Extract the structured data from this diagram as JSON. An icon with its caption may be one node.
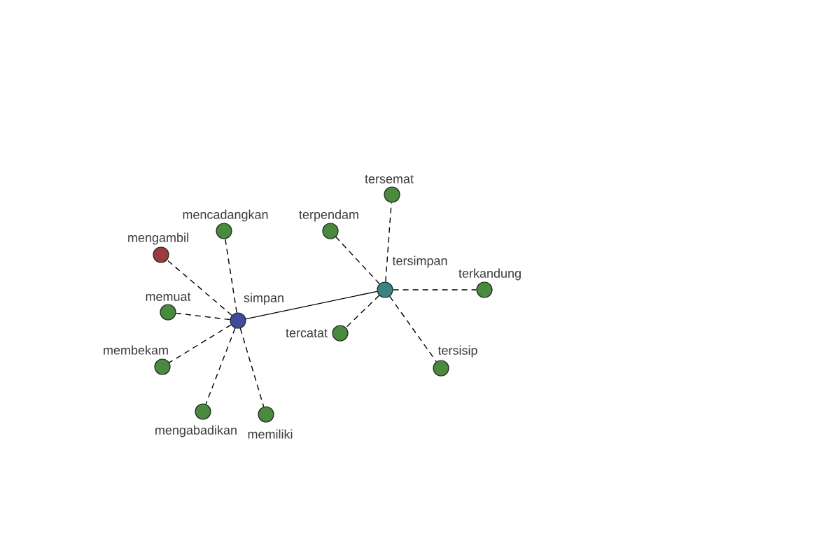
{
  "diagram": {
    "nodes": [
      {
        "text": [
          "simpan"
        ]
      },
      {
        "text": [
          "mengambil"
        ]
      },
      {
        "text": [
          "mencadangkan"
        ]
      },
      {
        "text": [
          "memuat"
        ]
      },
      {
        "text": [
          "membekam"
        ]
      },
      {
        "text": [
          "mengabadikan"
        ]
      },
      {
        "text": [
          "memiliki"
        ]
      },
      {
        "text": [
          "tersimpan"
        ]
      },
      {
        "text": [
          "tersemat"
        ]
      },
      {
        "text": [
          "terpendam"
        ]
      },
      {
        "text": [
          "terkandung"
        ]
      },
      {
        "text": [
          "tercatat"
        ]
      },
      {
        "text": [
          "tersisip"
        ]
      }
    ],
    "edges": [
      {
        "from": 0,
        "to": 7,
        "arrow": "none"
      },
      {
        "from": 0,
        "to": 1,
        "arrow": "none",
        "style": "dashed"
      },
      {
        "from": 0,
        "to": 2,
        "arrow": "none",
        "style": "dashed"
      },
      {
        "from": 0,
        "to": 3,
        "arrow": "none",
        "style": "dashed"
      },
      {
        "from": 0,
        "to": 4,
        "arrow": "none",
        "style": "dashed"
      },
      {
        "from": 0,
        "to": 5,
        "arrow": "none",
        "style": "dashed"
      },
      {
        "from": 0,
        "to": 6,
        "arrow": "none",
        "style": "dashed"
      },
      {
        "from": 7,
        "to": 8,
        "arrow": "none",
        "style": "dashed"
      },
      {
        "from": 7,
        "to": 9,
        "arrow": "none",
        "style": "dashed"
      },
      {
        "from": 7,
        "to": 10,
        "arrow": "none",
        "style": "dashed"
      },
      {
        "from": 7,
        "to": 11,
        "arrow": "none",
        "style": "dashed"
      },
      {
        "from": 7,
        "to": 12,
        "arrow": "none",
        "style": "dashed"
      }
    ]
  }
}
